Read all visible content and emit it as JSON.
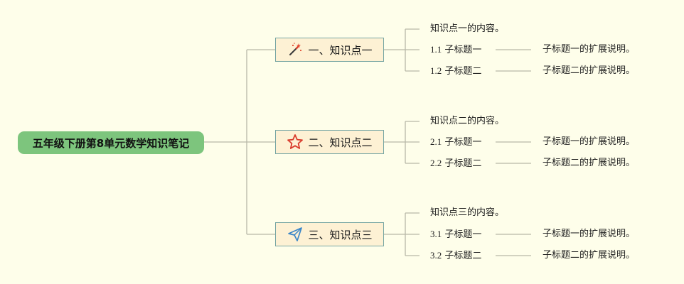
{
  "root": {
    "label": "五年级下册第8单元数学知识笔记"
  },
  "branches": [
    {
      "label": "一、知识点一",
      "icon": "magic-wand-icon",
      "content": "知识点一的内容。",
      "subs": [
        {
          "num": "1.1",
          "title": "子标题一",
          "desc": "子标题一的扩展说明。"
        },
        {
          "num": "1.2",
          "title": "子标题二",
          "desc": "子标题二的扩展说明。"
        }
      ]
    },
    {
      "label": "二、知识点二",
      "icon": "star-icon",
      "content": "知识点二的内容。",
      "subs": [
        {
          "num": "2.1",
          "title": "子标题一",
          "desc": "子标题一的扩展说明。"
        },
        {
          "num": "2.2",
          "title": "子标题二",
          "desc": "子标题二的扩展说明。"
        }
      ]
    },
    {
      "label": "三、知识点三",
      "icon": "paper-plane-icon",
      "content": "知识点三的内容。",
      "subs": [
        {
          "num": "3.1",
          "title": "子标题一",
          "desc": "子标题一的扩展说明。"
        },
        {
          "num": "3.2",
          "title": "子标题二",
          "desc": "子标题二的扩展说明。"
        }
      ]
    }
  ],
  "colors": {
    "background": "#FEFEEA",
    "root_fill": "#7DC57D",
    "branch_fill": "#FDF1D4",
    "branch_border": "#78A7A4",
    "connector": "#B8B8A8"
  }
}
